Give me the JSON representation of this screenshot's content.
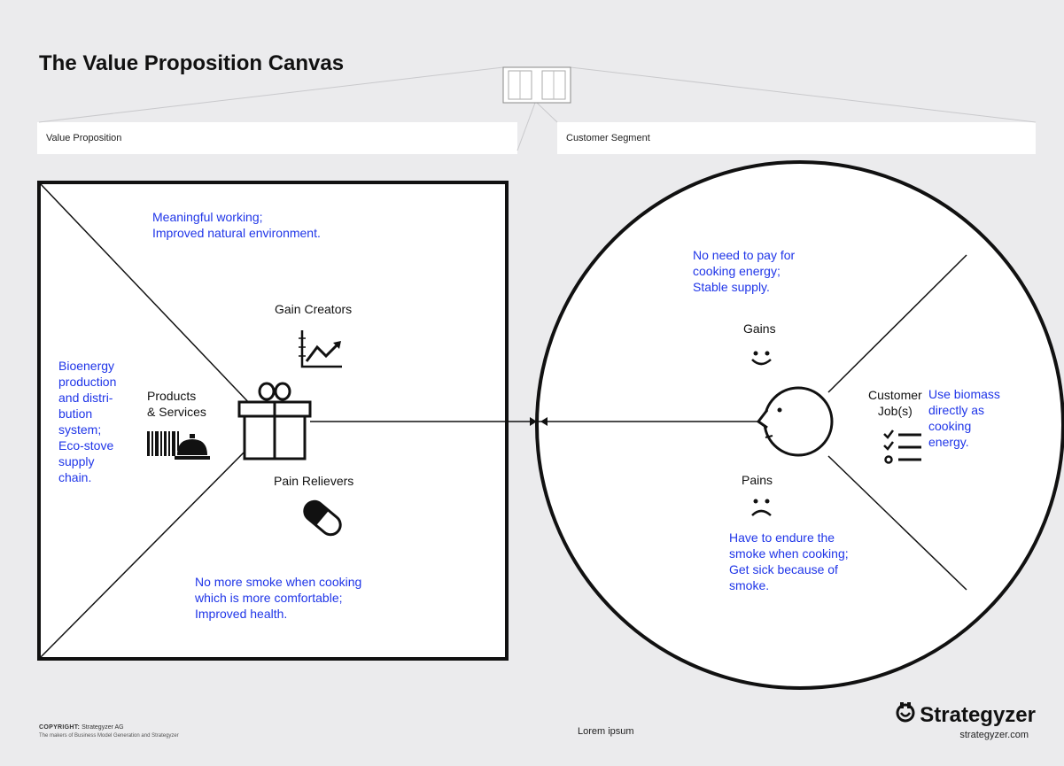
{
  "page": {
    "title": "The Value Proposition Canvas"
  },
  "fields": {
    "value_proposition": "Value Proposition",
    "customer_segment": "Customer Segment"
  },
  "value_map": {
    "gain_creators": {
      "label": "Gain Creators",
      "text": "Meaningful working;\nImproved natural environment."
    },
    "products_services": {
      "label": "Products\n& Services",
      "text": "Bioenergy\nproduction\nand distri-\nbution\nsystem;\nEco-stove\nsupply\nchain."
    },
    "pain_relievers": {
      "label": "Pain Relievers",
      "text": "No more smoke when cooking\nwhich is more comfortable;\nImproved health."
    }
  },
  "customer_profile": {
    "gains": {
      "label": "Gains",
      "text": "No need to pay for\ncooking energy;\nStable supply."
    },
    "pains": {
      "label": "Pains",
      "text": "Have to endure the\nsmoke when cooking;\nGet sick because of\nsmoke."
    },
    "jobs": {
      "label": "Customer\nJob(s)",
      "text": "Use biomass\ndirectly as\ncooking\nenergy."
    }
  },
  "icons": {
    "gain_creators": "chart-up-icon",
    "products_services": "barcode-bell-icon",
    "pain_relievers": "pill-icon",
    "gift": "gift-icon",
    "gains": "smile-icon",
    "pains": "frown-icon",
    "jobs": "checklist-icon",
    "face": "face-profile-icon",
    "brand": "strategyzer-logo-icon"
  },
  "footer": {
    "copyright_label": "COPYRIGHT:",
    "copyright_owner": "Strategyzer AG",
    "makers": "The makers of Business Model Generation and Strategyzer",
    "center": "Lorem ipsum",
    "brand": "Strategyzer",
    "brand_url": "strategyzer.com"
  },
  "colors": {
    "background": "#ebebed",
    "accent_text": "#1f35e8",
    "lines": "#111111"
  }
}
